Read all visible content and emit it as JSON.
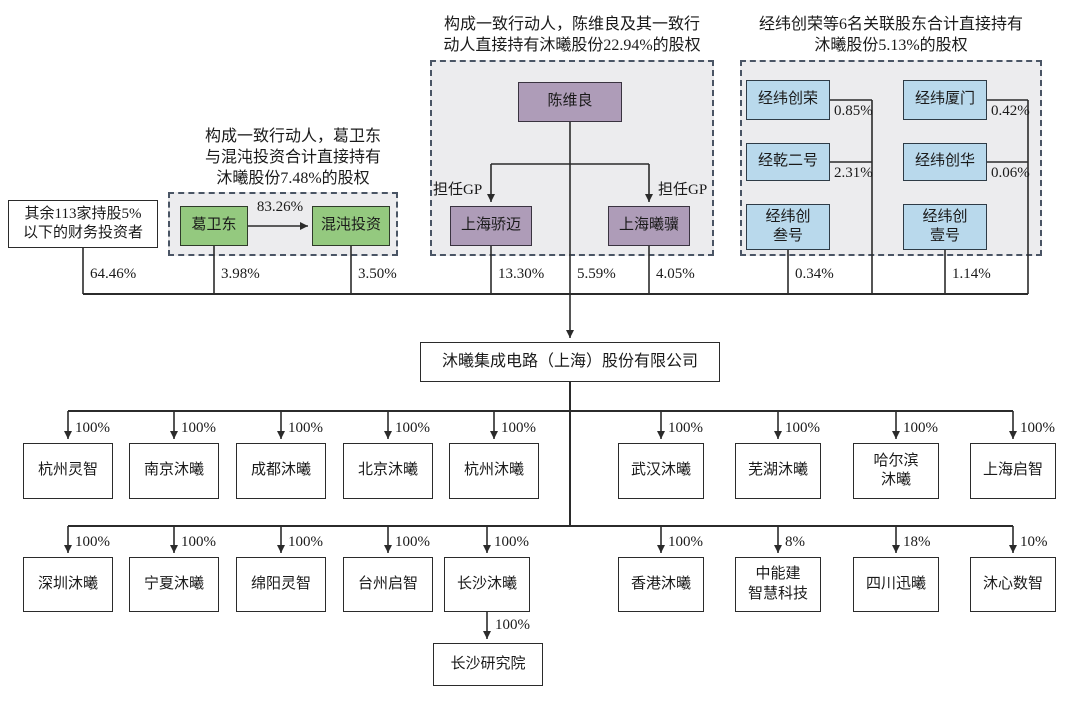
{
  "colors": {
    "person_green": "#94c97f",
    "person_purple": "#ae9cb8",
    "related_blue": "#b9d9ec",
    "panel_gray": "#ececee",
    "dashed_border": "#4a5565",
    "line_black": "#2b2b2b"
  },
  "notes": {
    "ge": "构成一致行动人，葛卫东\n与混沌投资合计直接持有\n沐曦股份7.48%的股权",
    "chen": "构成一致行动人，陈维良及其一致行\n动人直接持有沐曦股份22.94%的股权",
    "jingwei": "经纬创荣等6名关联股东合计直接持有\n沐曦股份5.13%的股权"
  },
  "shareholders": {
    "others": {
      "name": "其余113家持股5%\n以下的财务投资者",
      "pct": "64.46%"
    },
    "ge_weidong": {
      "name": "葛卫东",
      "pct": "3.98%"
    },
    "hundun": {
      "name": "混沌投资",
      "pct": "3.50%"
    },
    "ge_arrow_pct": "83.26%",
    "chen_weiliang": {
      "name": "陈维良",
      "pct": "5.59%"
    },
    "shanghai_jiaomai": {
      "name": "上海骄迈",
      "pct": "13.30%",
      "gp": "担任GP"
    },
    "shanghai_xiji": {
      "name": "上海曦骥",
      "pct": "4.05%",
      "gp": "担任GP"
    },
    "jw_chuangrong": {
      "name": "经纬创荣",
      "pct": "0.85%"
    },
    "jw_xiamen": {
      "name": "经纬厦门",
      "pct": "0.42%"
    },
    "jingqian_erhao": {
      "name": "经乾二号",
      "pct": "2.31%"
    },
    "jw_chuanghua": {
      "name": "经纬创华",
      "pct": "0.06%"
    },
    "jw_sanhao": {
      "name": "经纬创\n叁号",
      "pct": "0.34%"
    },
    "jw_yihao": {
      "name": "经纬创\n壹号",
      "pct": "1.14%"
    }
  },
  "company": {
    "name": "沐曦集成电路（上海）股份有限公司"
  },
  "subsidiaries": {
    "row1": [
      {
        "name": "杭州灵智",
        "pct": "100%"
      },
      {
        "name": "南京沐曦",
        "pct": "100%"
      },
      {
        "name": "成都沐曦",
        "pct": "100%"
      },
      {
        "name": "北京沐曦",
        "pct": "100%"
      },
      {
        "name": "杭州沐曦",
        "pct": "100%"
      },
      {
        "name": "武汉沐曦",
        "pct": "100%"
      },
      {
        "name": "芜湖沐曦",
        "pct": "100%"
      },
      {
        "name": "哈尔滨\n沐曦",
        "pct": "100%"
      },
      {
        "name": "上海启智",
        "pct": "100%"
      }
    ],
    "row2": [
      {
        "name": "深圳沐曦",
        "pct": "100%"
      },
      {
        "name": "宁夏沐曦",
        "pct": "100%"
      },
      {
        "name": "绵阳灵智",
        "pct": "100%"
      },
      {
        "name": "台州启智",
        "pct": "100%"
      },
      {
        "name": "长沙沐曦",
        "pct": "100%"
      },
      {
        "name": "香港沐曦",
        "pct": "100%"
      },
      {
        "name": "中能建\n智慧科技",
        "pct": "8%"
      },
      {
        "name": "四川迅曦",
        "pct": "18%"
      },
      {
        "name": "沐心数智",
        "pct": "10%"
      }
    ],
    "changsha_research": {
      "name": "长沙研究院",
      "pct": "100%"
    }
  }
}
